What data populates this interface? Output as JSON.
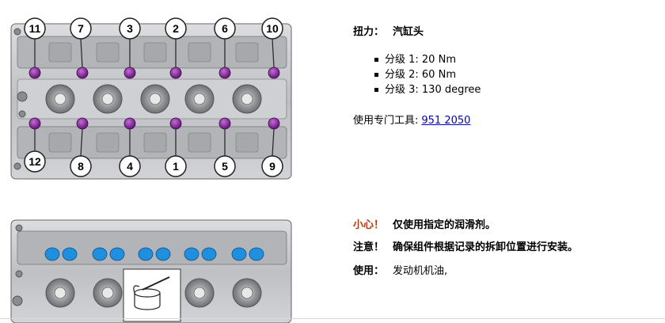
{
  "illustration_top": {
    "bolt_sequence": [
      {
        "label": "11",
        "pos": "top"
      },
      {
        "label": "7",
        "pos": "top"
      },
      {
        "label": "3",
        "pos": "top"
      },
      {
        "label": "2",
        "pos": "top"
      },
      {
        "label": "6",
        "pos": "top"
      },
      {
        "label": "10",
        "pos": "top"
      },
      {
        "label": "12",
        "pos": "bottom"
      },
      {
        "label": "8",
        "pos": "bottom"
      },
      {
        "label": "4",
        "pos": "bottom"
      },
      {
        "label": "1",
        "pos": "bottom"
      },
      {
        "label": "5",
        "pos": "bottom"
      },
      {
        "label": "9",
        "pos": "bottom"
      }
    ],
    "colors": {
      "bolt": "#8a2aa0",
      "metal": "#c9cacc",
      "outline": "#555555"
    }
  },
  "illustration_bottom": {
    "colors": {
      "lube": "#1f8fe0",
      "metal": "#c9cacc"
    }
  },
  "torque": {
    "label": "扭力：",
    "value": "汽缸头",
    "steps": [
      "分级 1: 20 Nm",
      "分级 2: 60 Nm",
      "分级 3: 130 degree"
    ]
  },
  "tool": {
    "label": "使用专门工具:",
    "link": "951 2050"
  },
  "caution": {
    "label": "小心！",
    "text": "仅使用指定的润滑剂。"
  },
  "notice": {
    "label": "注意！",
    "text": "确保组件根据记录的拆卸位置进行安装。"
  },
  "use": {
    "label": "使用：",
    "text": "发动机机油,"
  }
}
